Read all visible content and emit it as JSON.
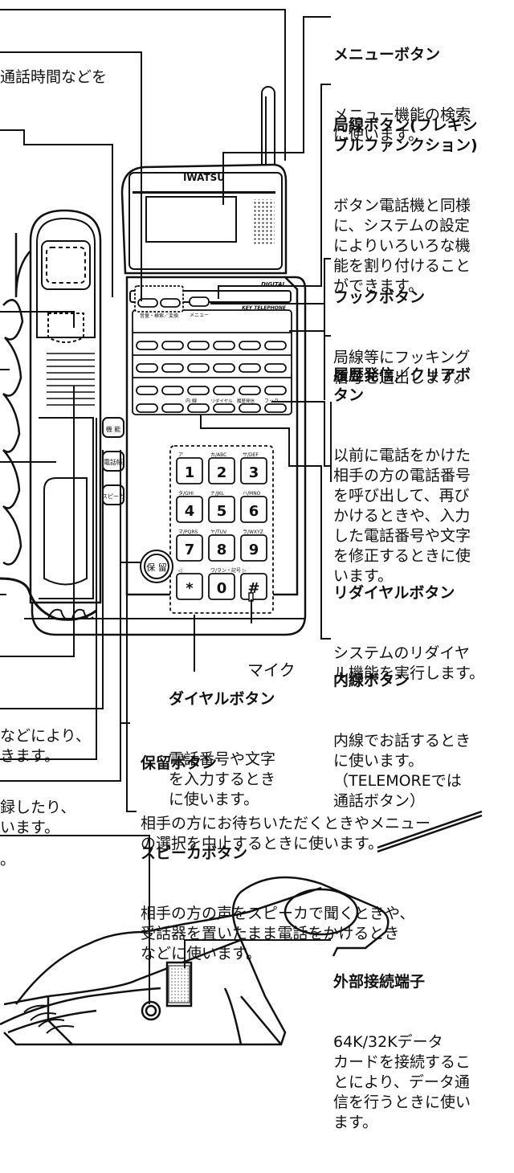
{
  "phone": {
    "brand": "IWATSU",
    "digital": "DIGITAL",
    "key_telephone": "KEY TELEPHONE",
    "small_labels": {
      "vol": "音量・検索／変換",
      "menu": "メニュー",
      "naisen": "内 線",
      "redial": "リダイヤル",
      "rireki": "履歴発信",
      "hook": "フック",
      "kinou": "機 能",
      "denwachou": "電話帳",
      "speaker": "スピーカ",
      "hold": "保 留"
    },
    "keypad": [
      {
        "digit": "1",
        "sub": "ア"
      },
      {
        "digit": "2",
        "sub": "カ/ABC"
      },
      {
        "digit": "3",
        "sub": "サ/DEF"
      },
      {
        "digit": "4",
        "sub": "タ/GHI"
      },
      {
        "digit": "5",
        "sub": "ナ/JKL"
      },
      {
        "digit": "6",
        "sub": "ハ/MNO"
      },
      {
        "digit": "7",
        "sub": "マ/PQRS"
      },
      {
        "digit": "8",
        "sub": "ヤ/TUV"
      },
      {
        "digit": "9",
        "sub": "ラ/WXYZ"
      },
      {
        "digit": "*",
        "sub": "◁"
      },
      {
        "digit": "0",
        "sub": "ワ/ヲン・記号"
      },
      {
        "digit": "#",
        "sub": "▷"
      }
    ]
  },
  "labels": {
    "menu_button": {
      "title": "メニューボタン",
      "body": "メニュー機能の検索\nに使います。"
    },
    "line_button": {
      "title": "局線ボタン(フレキシ\nブルファンクション)",
      "body": "ボタン電話機と同様\nに、システムの設定\nによりいろいろな機\n能を割り付けること\nができます。"
    },
    "hook_button": {
      "title": "フックボタン",
      "body": "局線等にフッキング\n信号を送出します。"
    },
    "history_clear_button": {
      "title": "履歴発信／クリアボ\nタン",
      "body": "以前に電話をかけた\n相手の方の電話番号\nを呼び出して、再び\nかけるときや、入力\nした電話番号や文字\nを修正するときに使\nいます。"
    },
    "redial_button": {
      "title": "リダイヤルボタン",
      "body": "システムのリダイヤ\nル機能を実行します。"
    },
    "mic": {
      "title": "マイク"
    },
    "dial_button": {
      "title": "ダイヤルボタン",
      "body": "電話番号や文字\nを入力するとき\nに使います。"
    },
    "intercom_button": {
      "title": "内線ボタン",
      "body": "内線でお話するとき\nに使います。\n（TELEMOREでは\n通話ボタン）"
    },
    "hold_button": {
      "title": "保留ボタン",
      "body": "相手の方にお待ちいただくときやメニュー\nの選択を中止するときに使います。"
    },
    "speaker_button": {
      "title": "スピーカボタン",
      "body": "相手の方の声をスピーカで聞くときや、\n受話器を置いたまま電話をかけるとき\nなどに使います。"
    },
    "external_port": {
      "title": "外部接続端子",
      "body": "64K/32Kデータ\nカードを接続するこ\nとにより、データ通\n信を行うときに使い\nます。"
    }
  },
  "fragments": {
    "f1": "通話時間などを",
    "f2": "などにより、",
    "f3": "きます。",
    "f4": "録したり、",
    "f5": "います。",
    "f6": "。"
  }
}
